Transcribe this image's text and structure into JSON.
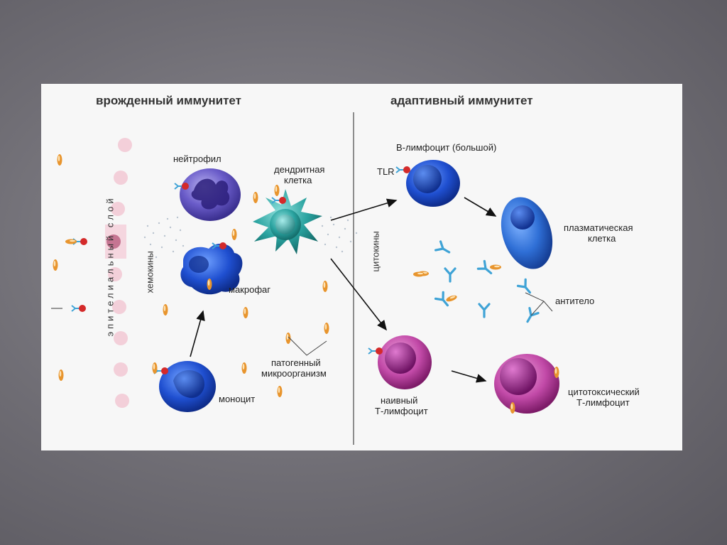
{
  "titles": {
    "innate": "врожденный иммунитет",
    "adaptive": "адаптивный иммунитет"
  },
  "labels": {
    "epithelial": "эпителиальный слой",
    "chemokines": "хемокины",
    "neutrophil": "нейтрофил",
    "dendritic_1": "дендритная",
    "dendritic_2": "клетка",
    "macrophage": "макрофаг",
    "monocyte": "моноцит",
    "pathogen_1": "патогенный",
    "pathogen_2": "микроорганизм",
    "cytokines": "цитокины",
    "b_cell": "В-лимфоцит (большой)",
    "tlr": "TLR",
    "plasma_1": "плазматическая",
    "plasma_2": "клетка",
    "antibody": "антитело",
    "naive_1": "наивный",
    "naive_2": "Т-лимфоцит",
    "cytotoxic_1": "цитотоксический",
    "cytotoxic_2": "Т-лимфоцит"
  },
  "colors": {
    "slide_background": "#f7f7f7",
    "presentation_background": "#6f6d74",
    "neutrophil": "#5b4fb8",
    "macrophage": "#1f45c8",
    "dendritic": "#2aa3a0",
    "b_cell": "#1f5fd0",
    "plasma_cell": "#2f6fd6",
    "t_cell": "#b0308f",
    "antibody": "#3fa3d6",
    "pathogen": "#e8952e",
    "receptor": "#d42a2a"
  }
}
